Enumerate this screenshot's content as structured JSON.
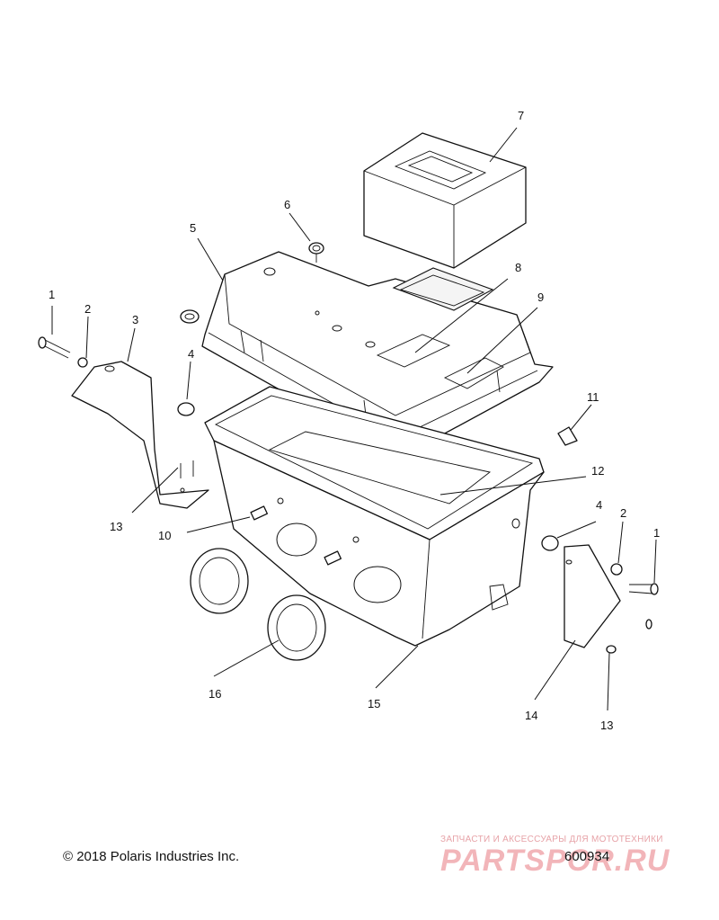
{
  "callouts": [
    "1",
    "2",
    "3",
    "4",
    "5",
    "6",
    "7",
    "8",
    "9",
    "10",
    "11",
    "12",
    "13",
    "14",
    "15",
    "16"
  ],
  "labels": {
    "c1a": "1",
    "c2a": "2",
    "c3": "3",
    "c4a": "4",
    "c5": "5",
    "c6": "6",
    "c7": "7",
    "c8": "8",
    "c9": "9",
    "c10": "10",
    "c11": "11",
    "c12": "12",
    "c13a": "13",
    "c4b": "4",
    "c2b": "2",
    "c1b": "1",
    "c16": "16",
    "c15": "15",
    "c14": "14",
    "c13b": "13"
  },
  "footer": {
    "copyright": "© 2018 Polaris Industries Inc.",
    "diagram_number": "600934"
  },
  "watermark": {
    "tagline": "ЗАПЧАСТИ И АКСЕССУАРЫ ДЛЯ МОТОТЕХНИКИ",
    "logo": "PARTSPOR.RU",
    "color": "#e06a74"
  }
}
